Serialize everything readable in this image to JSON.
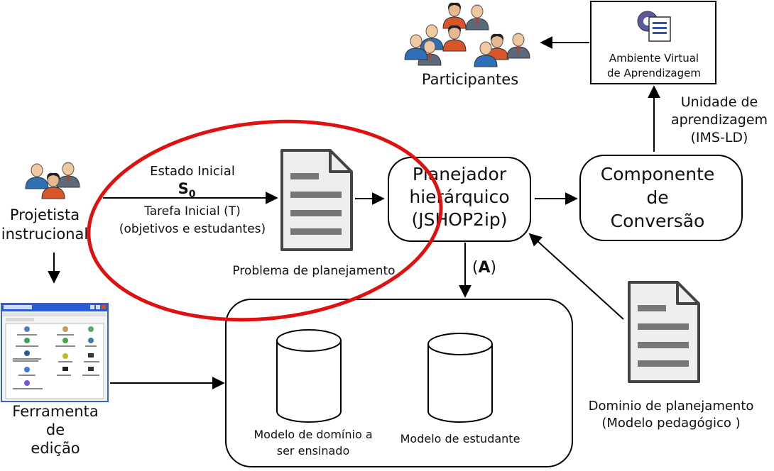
{
  "labels": {
    "participantes": "Participantes",
    "ava_line1": "Ambiente Virtual",
    "ava_line2": "de Aprendizagem",
    "unidade_line1": "Unidade de",
    "unidade_line2": "aprendizagem",
    "unidade_line3": "(IMS-LD)",
    "estado_inicial": "Estado Inicial",
    "s0_main": "S",
    "s0_sub": "0",
    "tarefa_line1": "Tarefa Inicial (T)",
    "tarefa_line2": "(objetivos e estudantes)",
    "projetista_line1": "Projetista",
    "projetista_line2": "instrucional",
    "problema": "Problema de planejamento",
    "planejador_line1": "Planejador",
    "planejador_line2": "hierárquico",
    "planejador_line3": "(JSHOP2ip)",
    "componente_line1": "Componente",
    "componente_line2": "de",
    "componente_line3": "Conversão",
    "a_open": "(",
    "a_letter": "A",
    "a_close": ")",
    "ferramenta_line1": "Ferramenta",
    "ferramenta_line2": "de",
    "ferramenta_line3": "edição",
    "modelo_dominio_line1": "Modelo de domínio a",
    "modelo_dominio_line2": "ser ensinado",
    "modelo_estudante": "Modelo de estudante",
    "dominio_line1": "Dominio de planejamento",
    "dominio_line2": "(Modelo pedagógico )"
  },
  "colors": {
    "highlight_ellipse": "#e01010",
    "window_titlebar": "#2a5bd7",
    "doc_stroke": "#444444",
    "doc_fill": "#eeeeee",
    "doc_lines": "#777777"
  },
  "icons": {
    "participants": "people-group-icon",
    "projetista": "people-icon",
    "ava": "gear-document-icon",
    "documents": "document-icon",
    "databases": "database-cylinder-icon",
    "editor": "application-window-icon"
  }
}
